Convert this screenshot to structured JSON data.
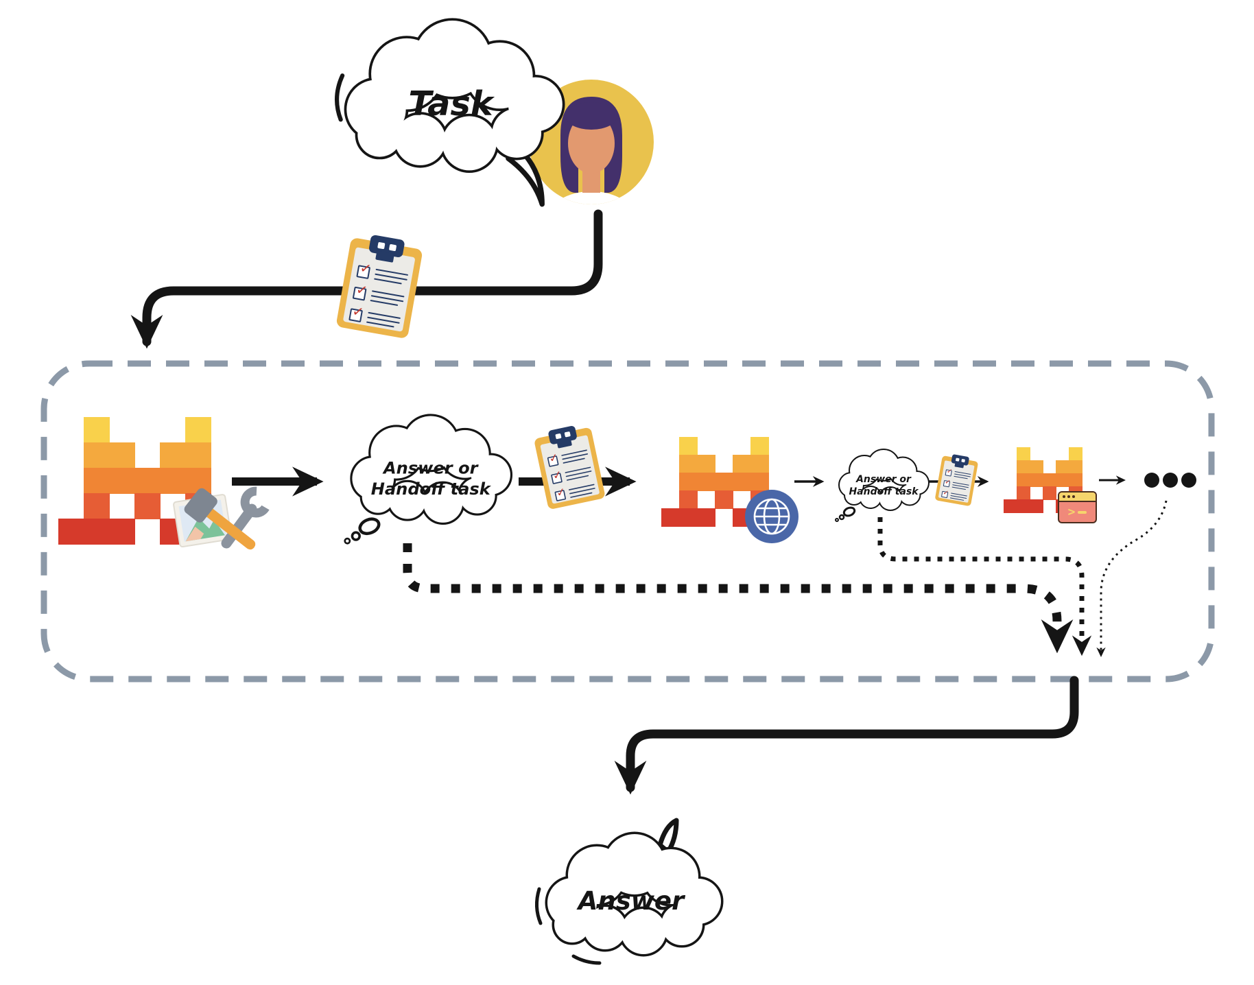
{
  "bubbles": {
    "task": "Task",
    "handoff1": [
      "Answer or",
      "Handoff task"
    ],
    "handoff2": [
      "Answer or",
      "Handoff task"
    ],
    "answer": "Answer"
  },
  "ellipsis": {
    "count": 3
  },
  "icons": [
    "speech-cloud-icon",
    "user-avatar-icon",
    "clipboard-checklist-icon",
    "smolagents-pixel-logo-icon",
    "image-and-tools-icon",
    "thought-cloud-icon",
    "web-globe-icon",
    "terminal-window-icon",
    "ellipsis-dots-icon"
  ],
  "logo": {
    "grid": [
      ".Y...Y",
      ".AA.AA",
      ".OOOOO",
      ".D.D.D",
      "RRR.R."
    ],
    "palette": {
      "Y": "#F9D14B",
      "A": "#F4A93E",
      "O": "#F08534",
      "D": "#E65D35",
      "R": "#D63A2B"
    }
  },
  "theme": {
    "ink": "#151515",
    "box-border": "#8C99A8",
    "cb-frame": "#ECB449",
    "cb-navy": "#253B66",
    "cb-check": "#C3392F",
    "avatar-bg": "#E9C24D",
    "avatar-hair": "#43306B",
    "avatar-skin": "#E2996F",
    "globe-blue": "#4A67A8",
    "term-bar": "#F6D56C",
    "term-body": "#F0897A"
  }
}
